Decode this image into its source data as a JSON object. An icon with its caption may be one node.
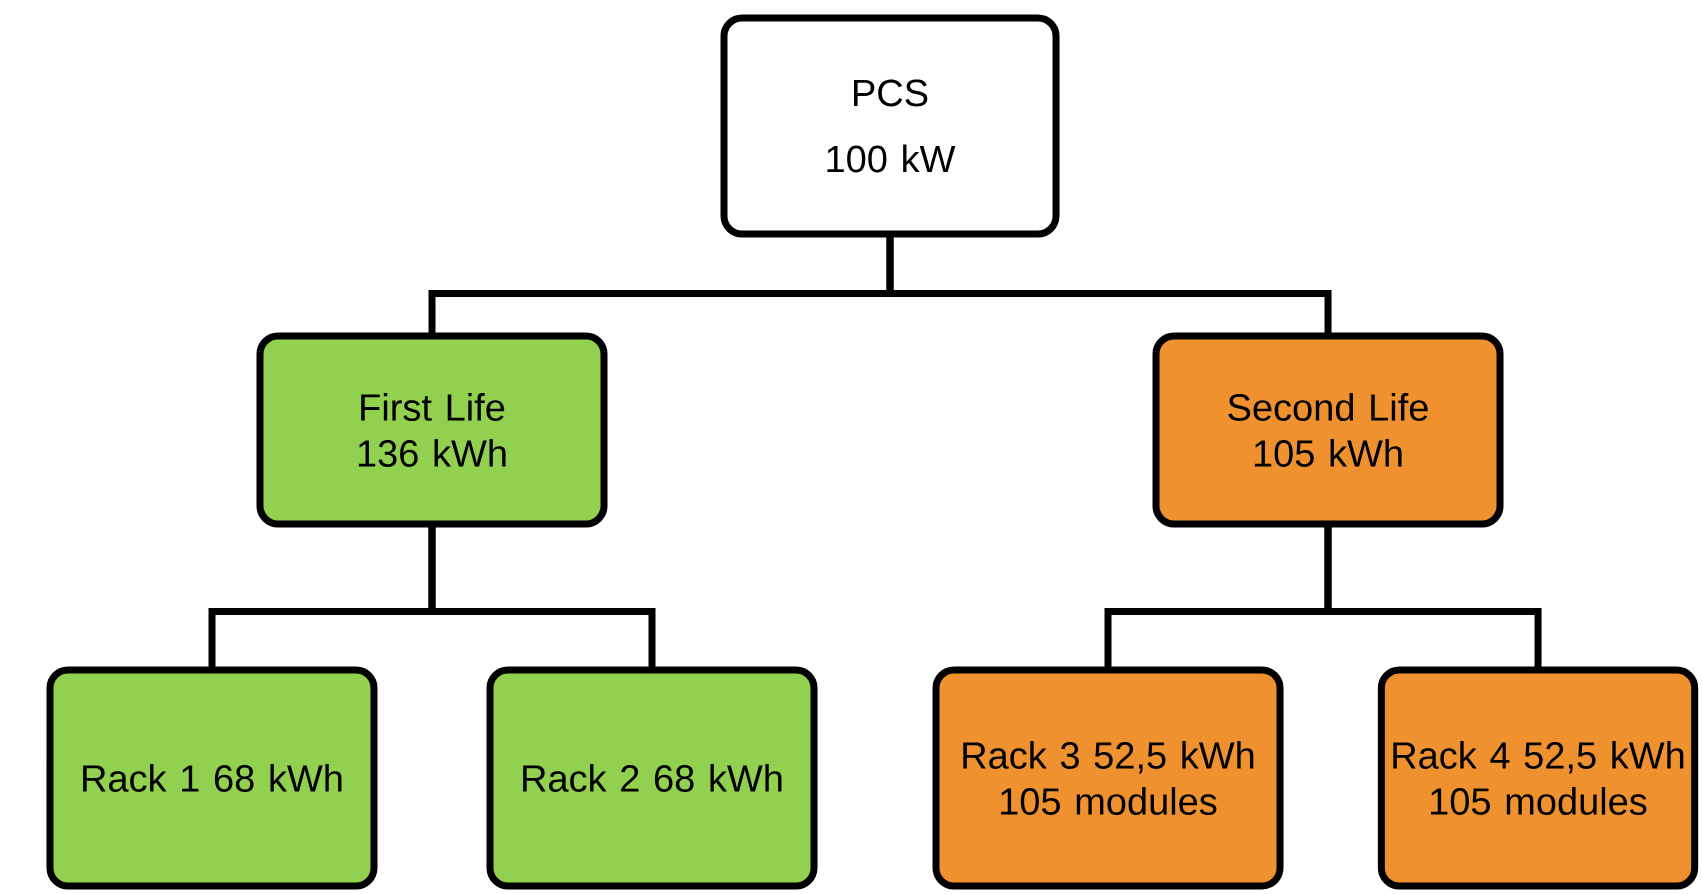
{
  "diagram": {
    "nodes": [
      {
        "text": [
          "PCS",
          "100 kW"
        ]
      },
      {
        "text": [
          "First Life 136 kWh"
        ]
      },
      {
        "text": [
          "Second Life 105 kWh"
        ]
      },
      {
        "text": [
          "Rack 1 68 kWh"
        ]
      },
      {
        "text": [
          "Rack 2 68 kWh"
        ]
      },
      {
        "text": [
          "Rack 3 52,5 kWh 105 modules"
        ]
      },
      {
        "text": [
          "Rack 4 52,5 kWh 105 modules"
        ]
      }
    ],
    "edges": [
      {
        "from": 0,
        "to": 1,
        "arrow": "none"
      },
      {
        "from": 0,
        "to": 2,
        "arrow": "none"
      },
      {
        "from": 1,
        "to": 3,
        "arrow": "none"
      },
      {
        "from": 1,
        "to": 4,
        "arrow": "none"
      },
      {
        "from": 2,
        "to": 5,
        "arrow": "none"
      },
      {
        "from": 2,
        "to": 6,
        "arrow": "none"
      }
    ]
  }
}
